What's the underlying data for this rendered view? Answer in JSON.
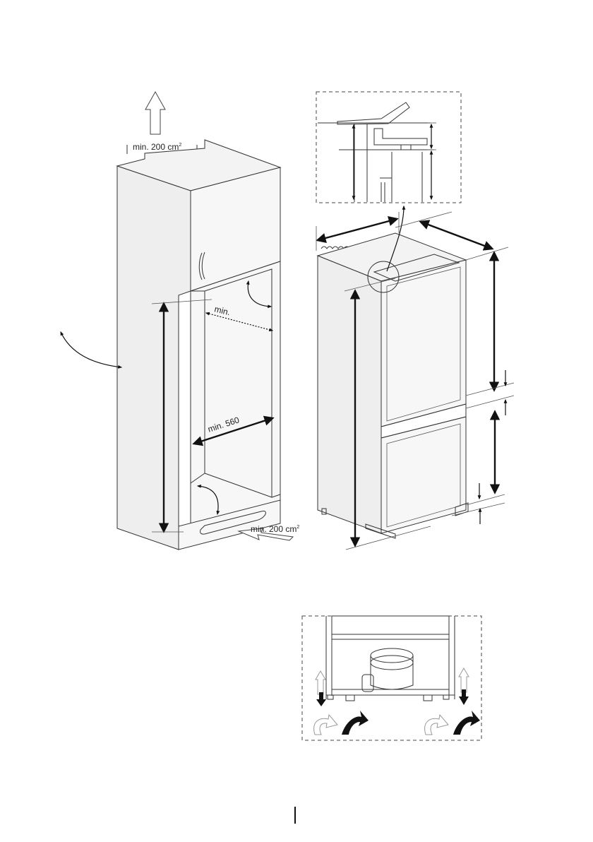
{
  "cabinet": {
    "vent_top_label": "min. 200 cm",
    "vent_top_sup": "2",
    "vent_bottom_label": "min. 200 cm",
    "vent_bottom_sup": "2",
    "depth_label": "min.",
    "width_label": "min. 560"
  },
  "colors": {
    "line": "#333333",
    "arrow": "#111111",
    "background": "#ffffff"
  }
}
